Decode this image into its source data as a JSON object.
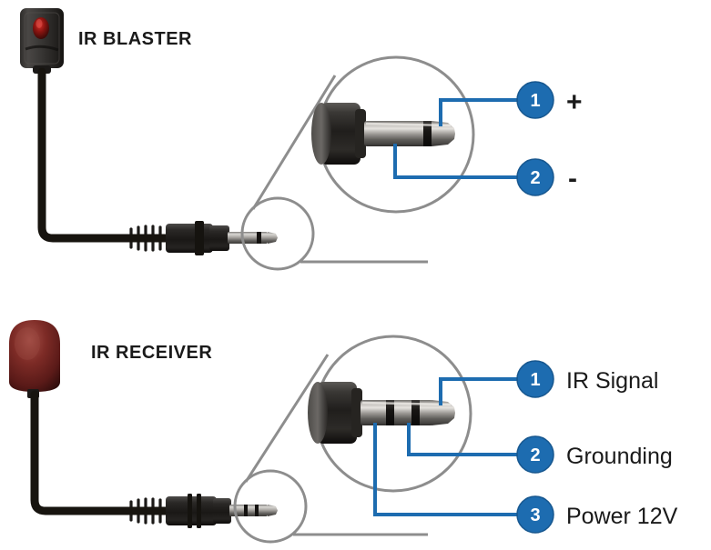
{
  "diagram": {
    "title_blaster": "IR  BLASTER",
    "title_receiver": "IR  RECEIVER",
    "accent_blue": "#1d6cb0",
    "badge_blue": "#1d6cb0",
    "outline_gray": "#8d8d8d",
    "cable_black": "#17140f",
    "emitter_red": "#8a1410",
    "receiver_red": "#7a2420"
  },
  "blaster": {
    "name": "IR  BLASTER",
    "connector_type": "2-conductor TS plug",
    "pins": [
      {
        "number": "1",
        "label": "+",
        "conductor": "tip"
      },
      {
        "number": "2",
        "label": "-",
        "conductor": "sleeve"
      }
    ]
  },
  "receiver": {
    "name": "IR  RECEIVER",
    "connector_type": "3-conductor TRS plug",
    "pins": [
      {
        "number": "1",
        "label": "IR Signal",
        "conductor": "tip"
      },
      {
        "number": "2",
        "label": "Grounding",
        "conductor": "ring"
      },
      {
        "number": "3",
        "label": "Power 12V",
        "conductor": "sleeve"
      }
    ]
  }
}
